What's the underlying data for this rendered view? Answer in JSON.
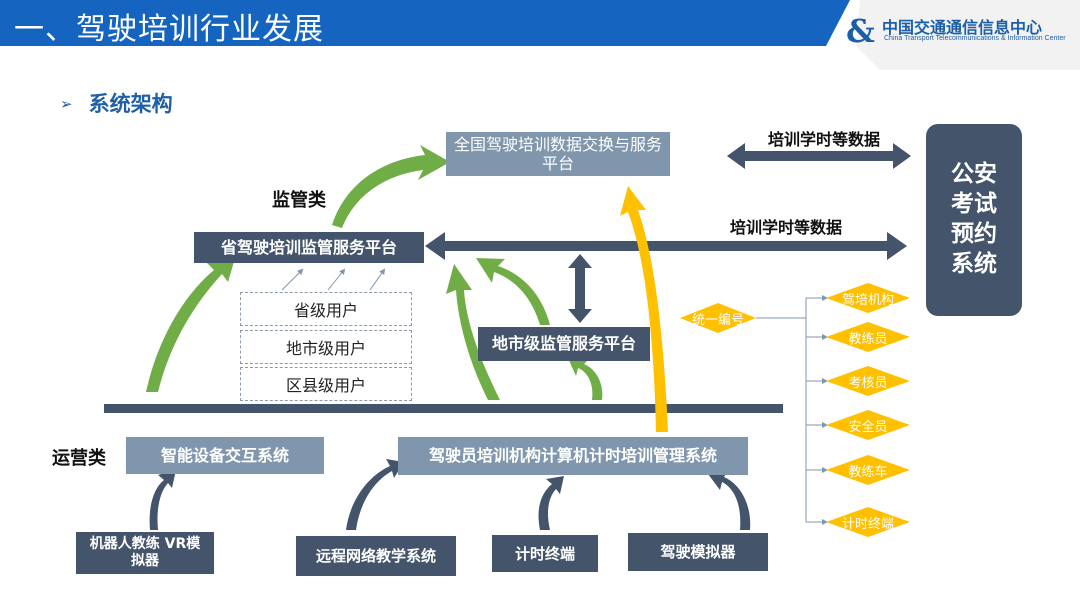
{
  "header": {
    "title": "一、驾驶培训行业发展",
    "logo_cn": "中国交通通信信息中心",
    "logo_en": "China Transport Telecommunications & Information Center",
    "bg_color": "#1565c0"
  },
  "section": {
    "title": "系统架构",
    "marker": "➢"
  },
  "nodes": {
    "national_platform": "全国驾驶培训数据交换与服务平台",
    "provincial_platform": "省驾驶培训监管服务平台",
    "city_platform": "地市级监管服务平台",
    "public_security": "公安考试预约系统",
    "smart_device": "智能设备交互系统",
    "timing_system": "驾驶员培训机构计算机计时培训管理系统",
    "robot": "机器人教练 VR模拟器",
    "remote": "远程网络教学系统",
    "terminal": "计时终端",
    "simulator": "驾驶模拟器"
  },
  "users": [
    "省级用户",
    "地市级用户",
    "区县级用户"
  ],
  "labels": {
    "supervision": "监管类",
    "operation": "运营类",
    "data_top": "培训学时等数据",
    "data_mid": "培训学时等数据"
  },
  "unified_id": "统一编号",
  "id_items": [
    "驾培机构",
    "教练员",
    "考核员",
    "安全员",
    "教练车",
    "计时终端"
  ],
  "colors": {
    "gray_box": "#8096ac",
    "dark_box": "#44546a",
    "green_arrow": "#70ad47",
    "yellow_arrow": "#ffc000",
    "diamond": "#ffc000"
  }
}
